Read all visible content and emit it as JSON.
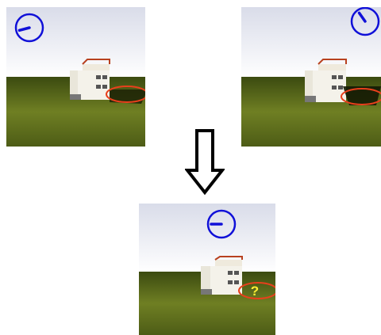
{
  "panels": {
    "left": {
      "clock_hand_angle_deg": 255
    },
    "right": {
      "clock_hand_angle_deg": 325
    },
    "bottom": {
      "clock_hand_angle_deg": 270,
      "unknown_label": "?"
    }
  },
  "colors": {
    "sky_top": "#d9dce9",
    "sky_bottom": "#ffffff",
    "grass_light": "#6f7f23",
    "grass_dark": "#3b4a10",
    "clock": "#1010d8",
    "highlight_ellipse": "#e8401c",
    "question_mark": "#ffee33",
    "arrow_stroke": "#000000",
    "arrow_fill": "#ffffff"
  },
  "icons": [
    "clock-icon",
    "down-arrow-icon",
    "house-icon"
  ]
}
